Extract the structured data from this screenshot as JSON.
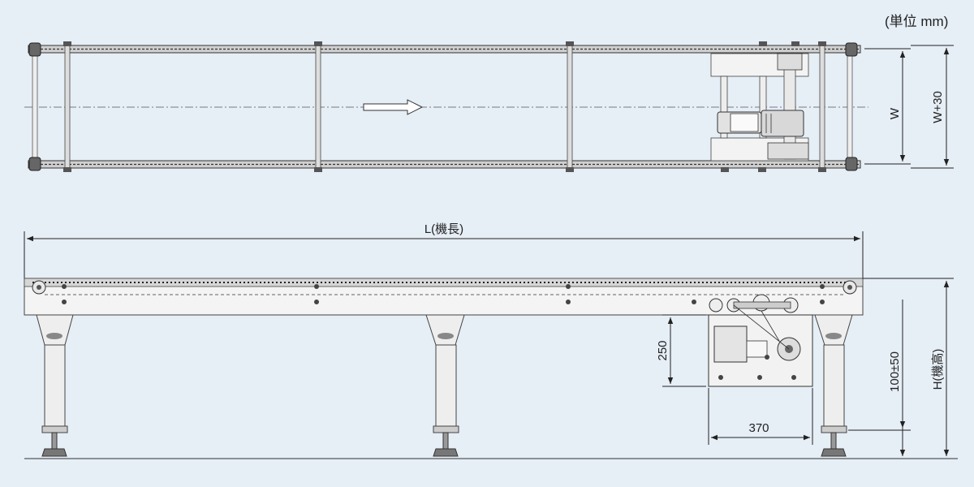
{
  "unit_note": "(単位 mm)",
  "top_view": {
    "dimension_w": "W",
    "dimension_w30": "W+30"
  },
  "side_view": {
    "dimension_length": "L(機長)",
    "dimension_height": "H(機高)",
    "dimension_adjust": "100±50",
    "dimension_motor_height": "250",
    "dimension_motor_width": "370"
  }
}
